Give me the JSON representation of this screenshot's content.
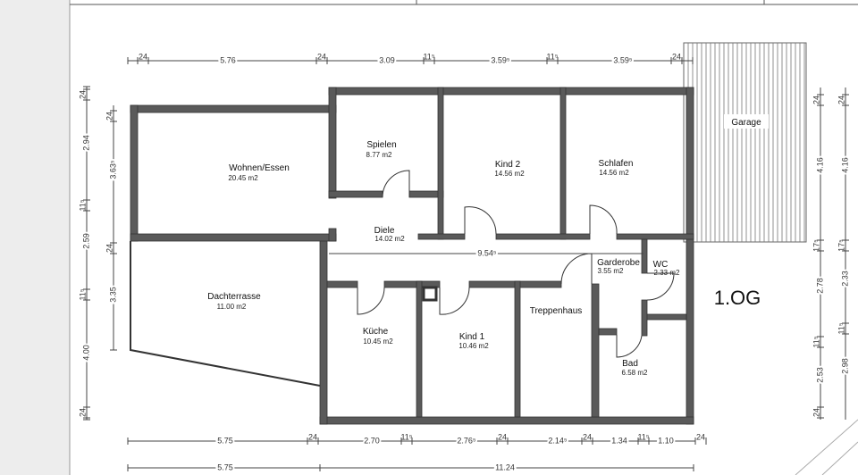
{
  "plan": {
    "floor_label": "1.OG",
    "rooms": [
      {
        "name": "Wohnen/Essen",
        "area": "20.45 m2"
      },
      {
        "name": "Spielen",
        "area": "8.77 m2"
      },
      {
        "name": "Kind 2",
        "area": "14.56 m2"
      },
      {
        "name": "Schlafen",
        "area": "14.56 m2"
      },
      {
        "name": "Diele",
        "area": "14.02 m2"
      },
      {
        "name": "Dachterrasse",
        "area": "11.00 m2"
      },
      {
        "name": "Küche",
        "area": "10.45 m2"
      },
      {
        "name": "Kind 1",
        "area": "10.46 m2"
      },
      {
        "name": "Treppenhaus",
        "area": ""
      },
      {
        "name": "Garderobe",
        "area": "3.55 m2"
      },
      {
        "name": "WC",
        "area": "2.33 m2"
      },
      {
        "name": "Bad",
        "area": "6.58 m2"
      },
      {
        "name": "Garage",
        "area": ""
      }
    ],
    "dims_top": [
      "24",
      "5.76",
      "24",
      "3.09",
      "11⁵",
      "3.59⁵",
      "11⁵",
      "3.59⁵",
      "24"
    ],
    "dims_bottom_1": [
      "5.75",
      "24",
      "2.70",
      "11⁵",
      "2.76⁵",
      "24",
      "2.14⁵",
      "24",
      "1.34",
      "11⁵",
      "1.10",
      "24"
    ],
    "dims_bottom_2": [
      "5.75",
      "11.24"
    ],
    "dims_left_1": [
      "24",
      "2.94",
      "11⁵",
      "2.59",
      "11⁵",
      "4.00",
      "24"
    ],
    "dims_left_2": [
      "24",
      "3.63⁵",
      "24",
      "3.35"
    ],
    "dims_right_1": [
      "24",
      "4.16",
      "17⁵",
      "2.78",
      "11⁵",
      "2.53",
      "24"
    ],
    "dims_right_2": [
      "24",
      "4.16",
      "17⁵",
      "2.33",
      "11⁵",
      "2.98"
    ],
    "dim_corridor": "9.54⁵"
  }
}
